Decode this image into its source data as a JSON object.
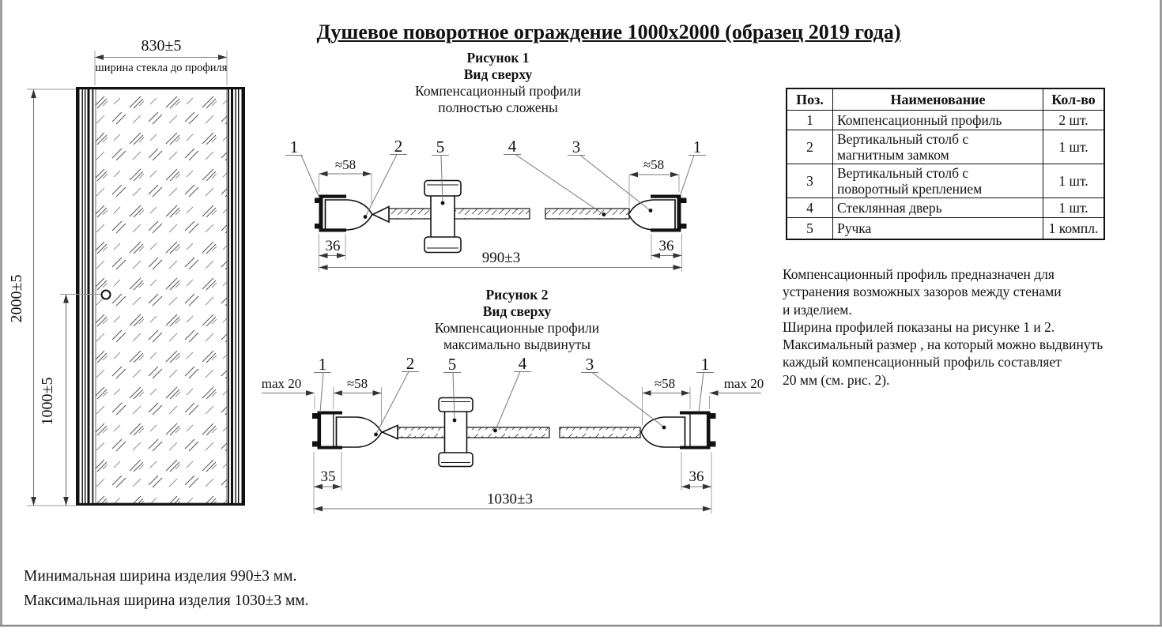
{
  "title": "Душевое поворотное ограждение 1000х2000 (образец 2019 года)",
  "door_view": {
    "glass_width": "830±5",
    "glass_width_caption": "ширина стекла до профиля",
    "height": "2000±5",
    "handle_height": "1000±5"
  },
  "figure1": {
    "caption_title": "Рисунок 1",
    "caption_view": "Вид сверху",
    "caption_line1": "Компенсационный профили",
    "caption_line2": "полностью сложены",
    "callouts": {
      "profile_left": "1",
      "post_magnetic": "2",
      "handle": "5",
      "glass_door": "4",
      "post_pivot": "3",
      "profile_right": "1"
    },
    "dims": {
      "post_width_left": "≈58",
      "post_width_right": "≈58",
      "profile_depth_left": "36",
      "profile_depth_right": "36",
      "overall_width": "990±3"
    }
  },
  "figure2": {
    "caption_title": "Рисунок 2",
    "caption_view": "Вид сверху",
    "caption_line1": "Компенсационные профили",
    "caption_line2": "максимально выдвинуты",
    "callouts": {
      "profile_left": "1",
      "post_magnetic": "2",
      "handle": "5",
      "glass_door": "4",
      "post_pivot": "3",
      "profile_right": "1"
    },
    "dims": {
      "max_extension_left": "max 20",
      "max_extension_right": "max 20",
      "post_width_left": "≈58",
      "post_width_right": "≈58",
      "profile_depth_left": "35",
      "profile_depth_right": "36",
      "overall_width": "1030±3"
    }
  },
  "parts_table": {
    "headers": [
      "Поз.",
      "Наименование",
      "Кол-во"
    ],
    "rows": [
      {
        "pos": "1",
        "name": [
          "Компенсационный профиль"
        ],
        "qty": "2 шт."
      },
      {
        "pos": "2",
        "name": [
          "Вертикальный столб с",
          "магнитным  замком"
        ],
        "qty": "1 шт."
      },
      {
        "pos": "3",
        "name": [
          "Вертикальный столб с",
          "поворотный  креплением"
        ],
        "qty": "1 шт."
      },
      {
        "pos": "4",
        "name": [
          "Стеклянная дверь"
        ],
        "qty": "1 шт."
      },
      {
        "pos": "5",
        "name": [
          "Ручка"
        ],
        "qty": "1 компл."
      }
    ]
  },
  "notes": {
    "lines": [
      "Компенсационный профиль предназначен для",
      "устранения возможных зазоров между стенами",
      "и изделием.",
      "Ширина профилей показаны на рисунке 1 и 2.",
      "Максимальный размер , на который можно выдвинуть",
      "каждый компенсационный профиль составляет",
      "20 мм (см. рис. 2)."
    ]
  },
  "footer": {
    "min_width": "Минимальная ширина изделия 990±3 мм.",
    "max_width": "Максимальная ширина изделия 1030±3 мм."
  },
  "colors": {
    "line": "#111111",
    "dimension": "#777777",
    "page_border": "#8c8c8c"
  }
}
